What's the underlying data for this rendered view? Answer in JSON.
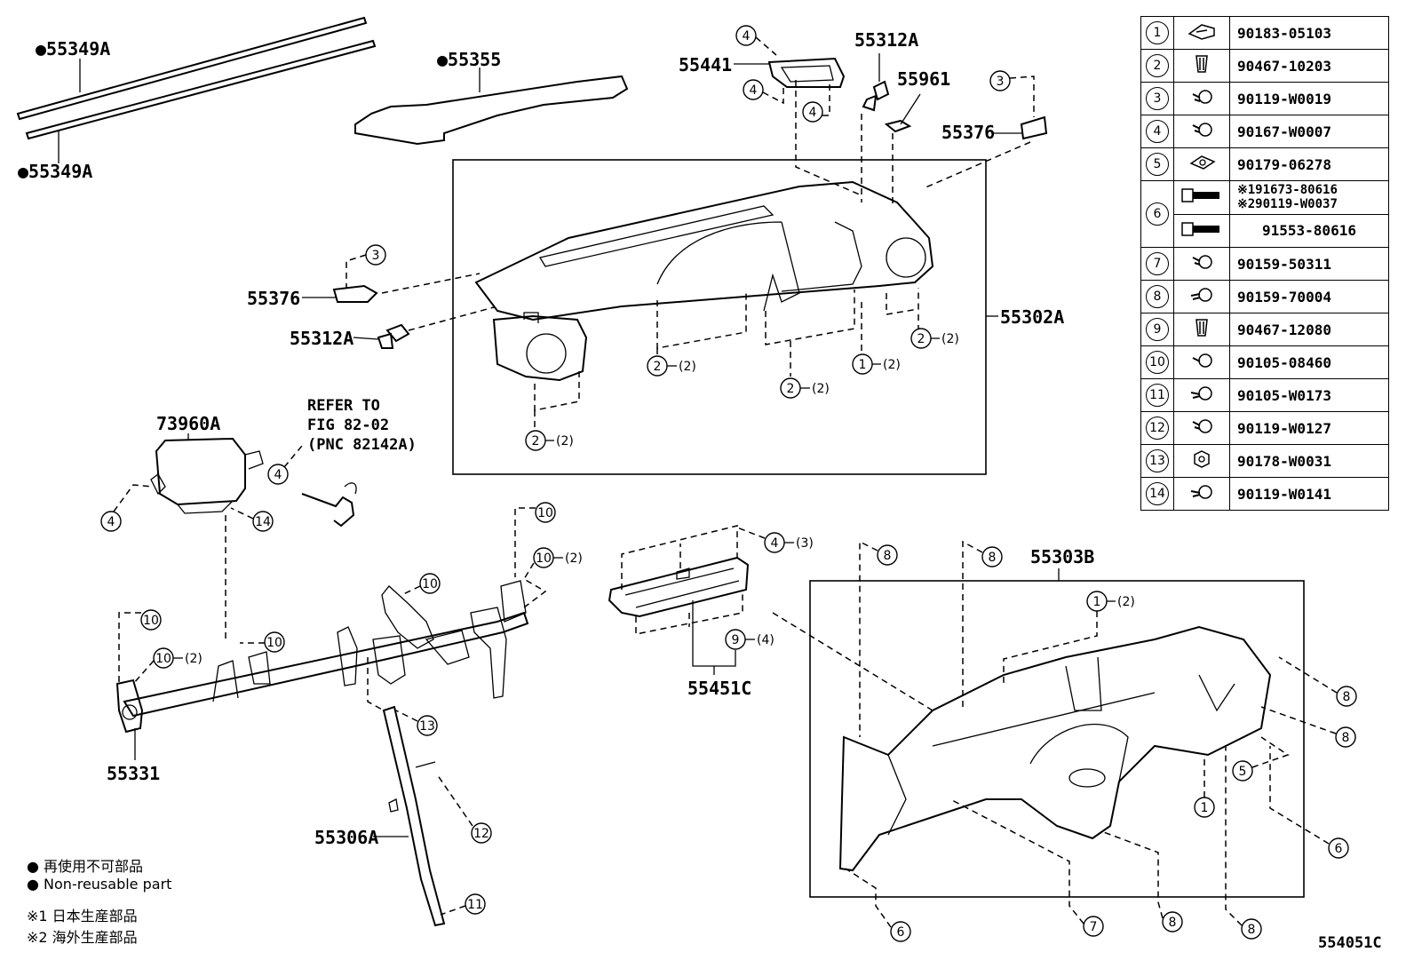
{
  "labels": {
    "p55349A_top": "●55349A",
    "p55349A_bot": "●55349A",
    "p55355": "●55355",
    "p55441": "55441",
    "p55312A_top": "55312A",
    "p55961": "55961",
    "p55376_right": "55376",
    "p55376_left": "55376",
    "p55312A_left": "55312A",
    "p55302A": "55302A",
    "p73960A": "73960A",
    "refer1": "REFER TO",
    "refer2": "FIG 82-02",
    "refer3": "(PNC 82142A)",
    "p55331": "55331",
    "p55306A": "55306A",
    "p55451C": "55451C",
    "p55303B": "55303B"
  },
  "qty": {
    "q2": "(2)",
    "q3": "(3)",
    "q4": "(4)"
  },
  "legend": [
    {
      "no": "1",
      "icon": "clip-icon",
      "pn": [
        "90183-05103"
      ]
    },
    {
      "no": "2",
      "icon": "spring-clip-icon",
      "pn": [
        "90467-10203"
      ]
    },
    {
      "no": "3",
      "icon": "screw-icon",
      "pn": [
        "90119-W0019"
      ]
    },
    {
      "no": "4",
      "icon": "screw-icon",
      "pn": [
        "90167-W0007"
      ]
    },
    {
      "no": "5",
      "icon": "nut-clip-icon",
      "pn": [
        "90179-06278"
      ]
    },
    {
      "no": "6",
      "icon": "bolt-icon",
      "pn": [
        "※191673-80616",
        "※290119-W0037"
      ]
    },
    {
      "no": "",
      "icon": "bolt-icon",
      "pn": [
        "91553-80616"
      ]
    },
    {
      "no": "7",
      "icon": "screw-icon",
      "pn": [
        "90159-50311"
      ]
    },
    {
      "no": "8",
      "icon": "screw-icon",
      "pn": [
        "90159-70004"
      ]
    },
    {
      "no": "9",
      "icon": "spring-clip-icon",
      "pn": [
        "90467-12080"
      ]
    },
    {
      "no": "10",
      "icon": "screw-icon",
      "pn": [
        "90105-08460"
      ]
    },
    {
      "no": "11",
      "icon": "screw-icon",
      "pn": [
        "90105-W0173"
      ]
    },
    {
      "no": "12",
      "icon": "screw-icon",
      "pn": [
        "90119-W0127"
      ]
    },
    {
      "no": "13",
      "icon": "nut-icon",
      "pn": [
        "90178-W0031"
      ]
    },
    {
      "no": "14",
      "icon": "screw-icon",
      "pn": [
        "90119-W0141"
      ]
    }
  ],
  "notes": {
    "jp_nonreuse": "● 再使用不可部品",
    "en_nonreuse": "● Non-reusable part",
    "jp_made_japan": "※1 日本生産部品",
    "jp_made_overseas": "※2 海外生産部品"
  },
  "fig_code": "554051C"
}
